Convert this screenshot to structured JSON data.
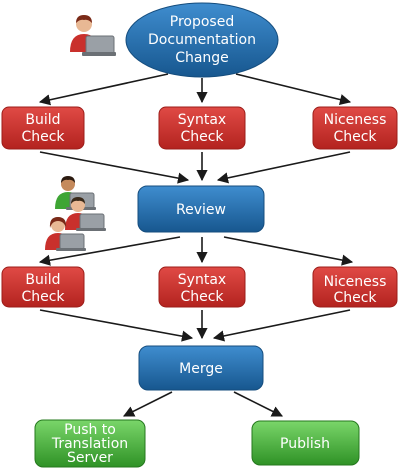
{
  "colors": {
    "red": "#c9302c",
    "red_light": "#e04a45",
    "blue": "#1f68a8",
    "blue_light": "#3b88c8",
    "green": "#3ea534",
    "green_light": "#6fd05e",
    "arrow": "#1a1a1a"
  },
  "nodes": {
    "proposed": [
      "Proposed",
      "Documentation",
      "Change"
    ],
    "build1": [
      "Build",
      "Check"
    ],
    "syntax1": [
      "Syntax",
      "Check"
    ],
    "niceness1": [
      "Niceness",
      "Check"
    ],
    "review": [
      "Review"
    ],
    "build2": [
      "Build",
      "Check"
    ],
    "syntax2": [
      "Syntax",
      "Check"
    ],
    "niceness2": [
      "Niceness",
      "Check"
    ],
    "merge": [
      "Merge"
    ],
    "push": [
      "Push to",
      "Translation",
      "Server"
    ],
    "publish": [
      "Publish"
    ]
  },
  "icons": {
    "author": "person-with-laptop-icon",
    "reviewers": "group-of-people-with-laptops-icon"
  }
}
